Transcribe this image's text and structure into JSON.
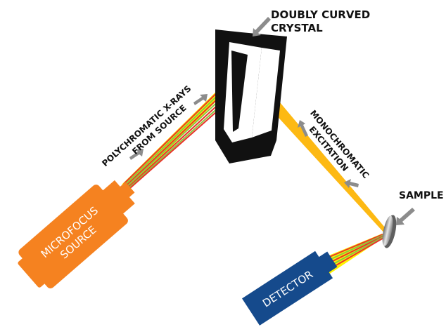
{
  "labels": {
    "crystal_line1": "DOUBLY CURVED",
    "crystal_line2": "CRYSTAL",
    "sample": "SAMPLE",
    "polychromatic_line1": "POLYCHROMATIC X-RAYS",
    "polychromatic_line2": "FROM SOURCE",
    "monochromatic_line1": "MONOCHROMATIC",
    "monochromatic_line2": "EXCITATION",
    "source_line1": "MICROFOCUS",
    "source_line2": "SOURCE",
    "detector": "DETECTOR"
  },
  "colors": {
    "source": "#f58220",
    "detector": "#154a8c",
    "crystal": "#111111",
    "beam_yellow": "#fdb913",
    "ray_red": "#e8352b",
    "ray_green": "#8dc63f",
    "ray_yellow": "#fff200",
    "arrow_gray": "#8c8c8c",
    "sample_light": "#d9d9d9",
    "sample_dark": "#5f5f5f"
  }
}
